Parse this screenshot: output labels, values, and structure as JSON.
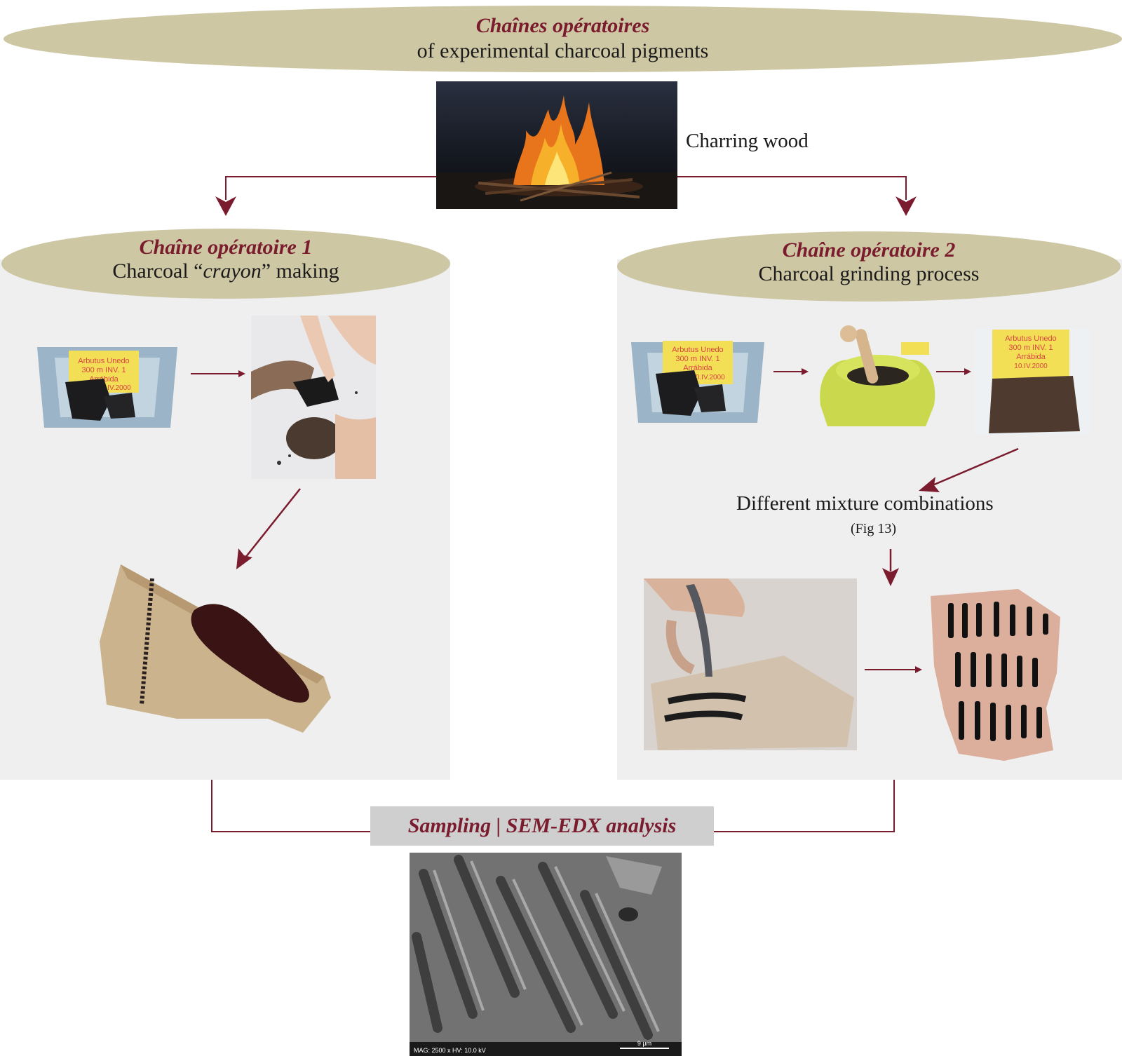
{
  "header": {
    "title": "Chaînes opératoires",
    "subtitle": "of experimental charcoal pigments"
  },
  "charring": {
    "label": "Charring wood"
  },
  "chain1": {
    "title": "Chaîne opératoire 1",
    "subtitle_pre": "Charcoal  “",
    "subtitle_em": "crayon",
    "subtitle_post": "” making",
    "label_line1": "Arbutus Unedo",
    "label_line2": "300 m  INV. 1",
    "label_line3": "Arrábida",
    "label_line4": "10.IV.2000"
  },
  "chain2": {
    "title": "Chaîne opératoire 2",
    "subtitle": "Charcoal grinding process",
    "mixture_label": "Different mixture combinations",
    "mixture_ref": "(Fig 13)",
    "label_line1": "Arbutus Unedo",
    "label_line2": "300 m  INV. 1",
    "label_line3": "Arrábida",
    "label_line4": "10.IV.2000"
  },
  "analysis": {
    "label": "Sampling | SEM-EDX analysis",
    "sem_caption": "MAG: 2500 x  HV: 10.0 kV",
    "scale": "9 µm"
  },
  "colors": {
    "accent": "#7a1b2e",
    "ellipse": "#cdc7a4",
    "panel": "#efefef"
  }
}
